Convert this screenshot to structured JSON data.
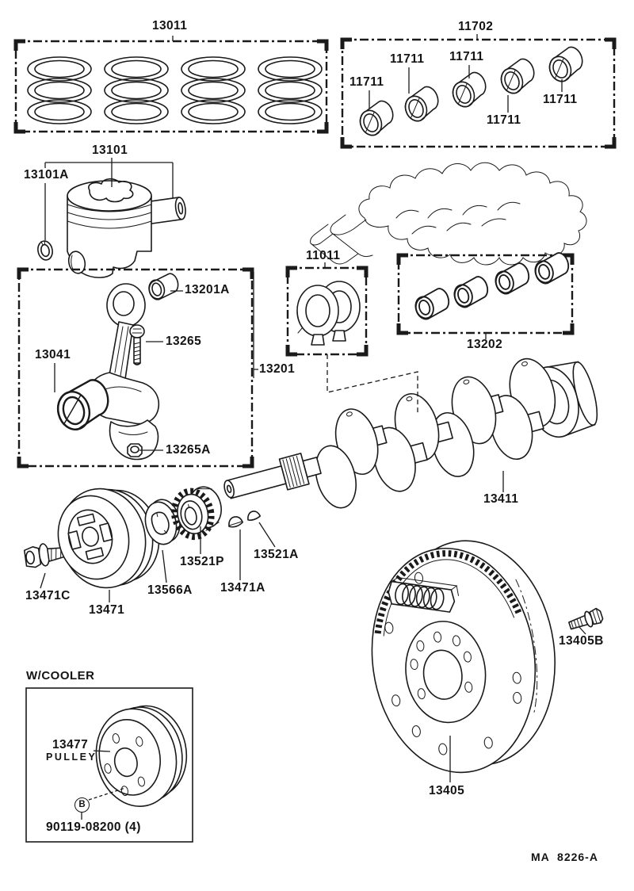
{
  "diagram": {
    "kind": "engine parts catalog figure - crankshaft and piston group",
    "line_color": "#1a1a1a",
    "background_color": "#ffffff"
  },
  "parts": {
    "ring_set_box": "13011",
    "main_bearing_box": "11702",
    "main_bearing": "11711",
    "piston": "13101",
    "piston_pin_snap_ring": "13101A",
    "rod_small_end_bushing": "13201A",
    "rod_bolt": "13265",
    "rod_bearing": "13041",
    "rod_nut": "13265A",
    "connecting_rod": "13201",
    "thrust_washer_box": "11011",
    "rod_bushing_box": "13202",
    "crankshaft": "13411",
    "pulley_bolt": "13471C",
    "crankshaft_pulley": "13471",
    "pulley_plate": "13566A",
    "timing_gear": "13521P",
    "timing_gear_key": "13521A",
    "pulley_key": "13471A",
    "flywheel": "13405",
    "flywheel_bolt": "13405B"
  },
  "cooler_variant": {
    "heading": "W/COOLER",
    "pulley_part": "13477",
    "pulley_caption": "PULLEY",
    "marker": "B",
    "bolt_part": "90119-08200 (4)"
  },
  "footer": {
    "code": "MA  8226-A"
  }
}
